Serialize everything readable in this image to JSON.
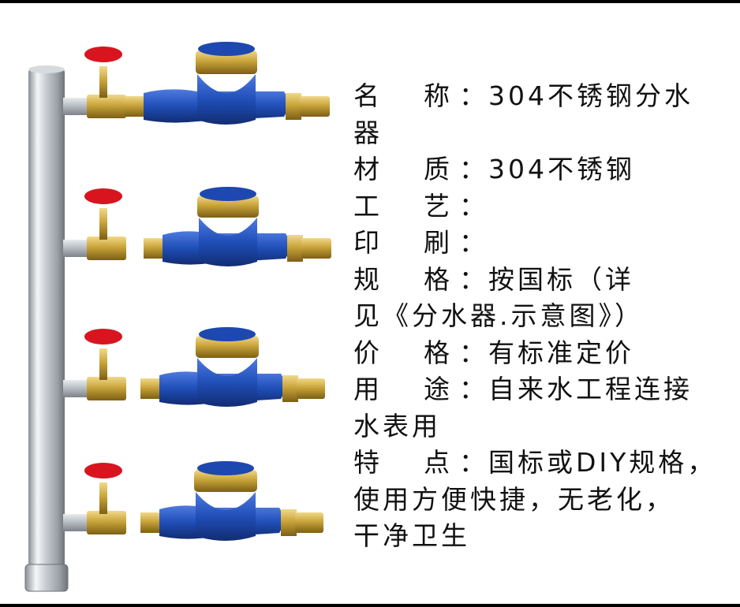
{
  "product_photo": {
    "description_icon": "stainless-steel-manifold-with-four-water-meters"
  },
  "specs": [
    {
      "label_a": "名",
      "label_b": "称",
      "sep": "：",
      "value": "304不锈钢分水",
      "cont": [
        "器"
      ]
    },
    {
      "label_a": "材",
      "label_b": "质",
      "sep": "：",
      "value": "304不锈钢",
      "cont": []
    },
    {
      "label_a": "工",
      "label_b": "艺",
      "sep": "：",
      "value": "",
      "cont": []
    },
    {
      "label_a": "印",
      "label_b": "刷",
      "sep": "：",
      "value": "",
      "cont": []
    },
    {
      "label_a": "规",
      "label_b": "格",
      "sep": "：",
      "value": "按国标（详",
      "cont": [
        "见《分水器.示意图》）"
      ]
    },
    {
      "label_a": "价",
      "label_b": "格",
      "sep": "：",
      "value": "有标准定价",
      "cont": []
    },
    {
      "label_a": "用",
      "label_b": "途",
      "sep": "：",
      "value": "自来水工程连接",
      "cont": [
        "水表用"
      ]
    },
    {
      "label_a": "特",
      "label_b": "点",
      "sep": "：",
      "value": "国标或DIY规格，",
      "cont": [
        "使用方便快捷，无老化，",
        "干净卫生"
      ]
    }
  ],
  "colors": {
    "meter_blue": "#1f4fb8",
    "brass": "#c9a43a",
    "valve_red": "#d8151f",
    "steel": "#c8ccd0"
  }
}
